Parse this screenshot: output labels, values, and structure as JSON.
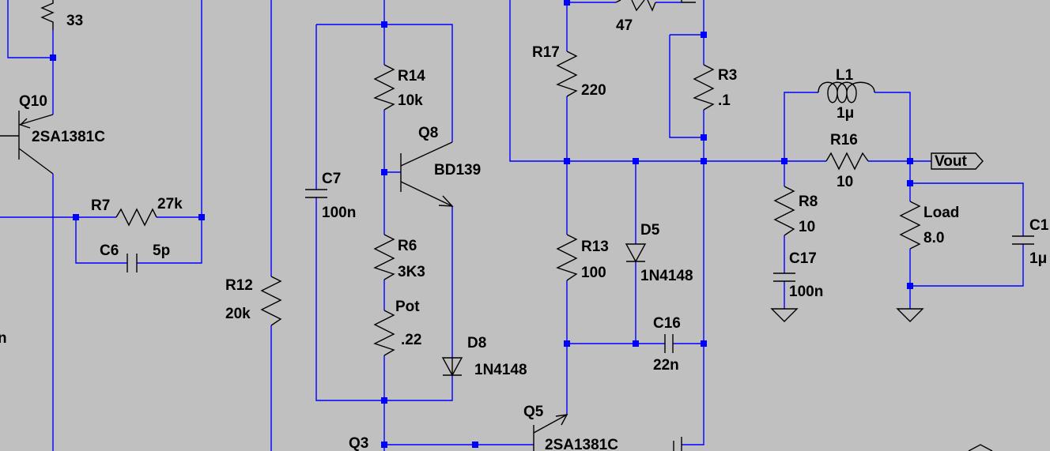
{
  "schematic": {
    "labels": {
      "r_top_val": "33",
      "q10_ref": "Q10",
      "q10_part": "2SA1381C",
      "r7_ref": "R7",
      "r7_val": "27k",
      "c6_ref": "C6",
      "c6_val": "5p",
      "r12_ref": "R12",
      "r12_val": "20k",
      "edge_left_n": "n",
      "c7_ref": "C7",
      "c7_val": "100n",
      "r14_ref": "R14",
      "r14_val": "10k",
      "q8_ref": "Q8",
      "q8_part": "BD139",
      "r6_ref": "R6",
      "r6_val": "3K3",
      "pot_ref": "Pot",
      "pot_val": ".22",
      "d8_ref": "D8",
      "d8_part": "1N4148",
      "q3_ref": "Q3",
      "r17_ref": "R17",
      "r17_val": "220",
      "r_top_mid_val": "47",
      "r3_ref": "R3",
      "r3_val": ".1",
      "r13_ref": "R13",
      "r13_val": "100",
      "d5_ref": "D5",
      "d5_part": "1N4148",
      "c16_ref": "C16",
      "c16_val": "22n",
      "q5_ref": "Q5",
      "q5_part": "2SA1381C",
      "l1_ref": "L1",
      "l1_val": "1μ",
      "r16_ref": "R16",
      "r16_val": "10",
      "vout_label": "Vout",
      "r8_ref": "R8",
      "r8_val": "10",
      "c17_ref": "C17",
      "c17_val": "100n",
      "load_ref": "Load",
      "load_val": "8.0",
      "c_right_ref": "C1",
      "c_right_val": "1μ"
    },
    "colors": {
      "background": "#c0c0c0",
      "wire": "#0000ff",
      "symbol": "#000000",
      "text": "#000000"
    }
  }
}
